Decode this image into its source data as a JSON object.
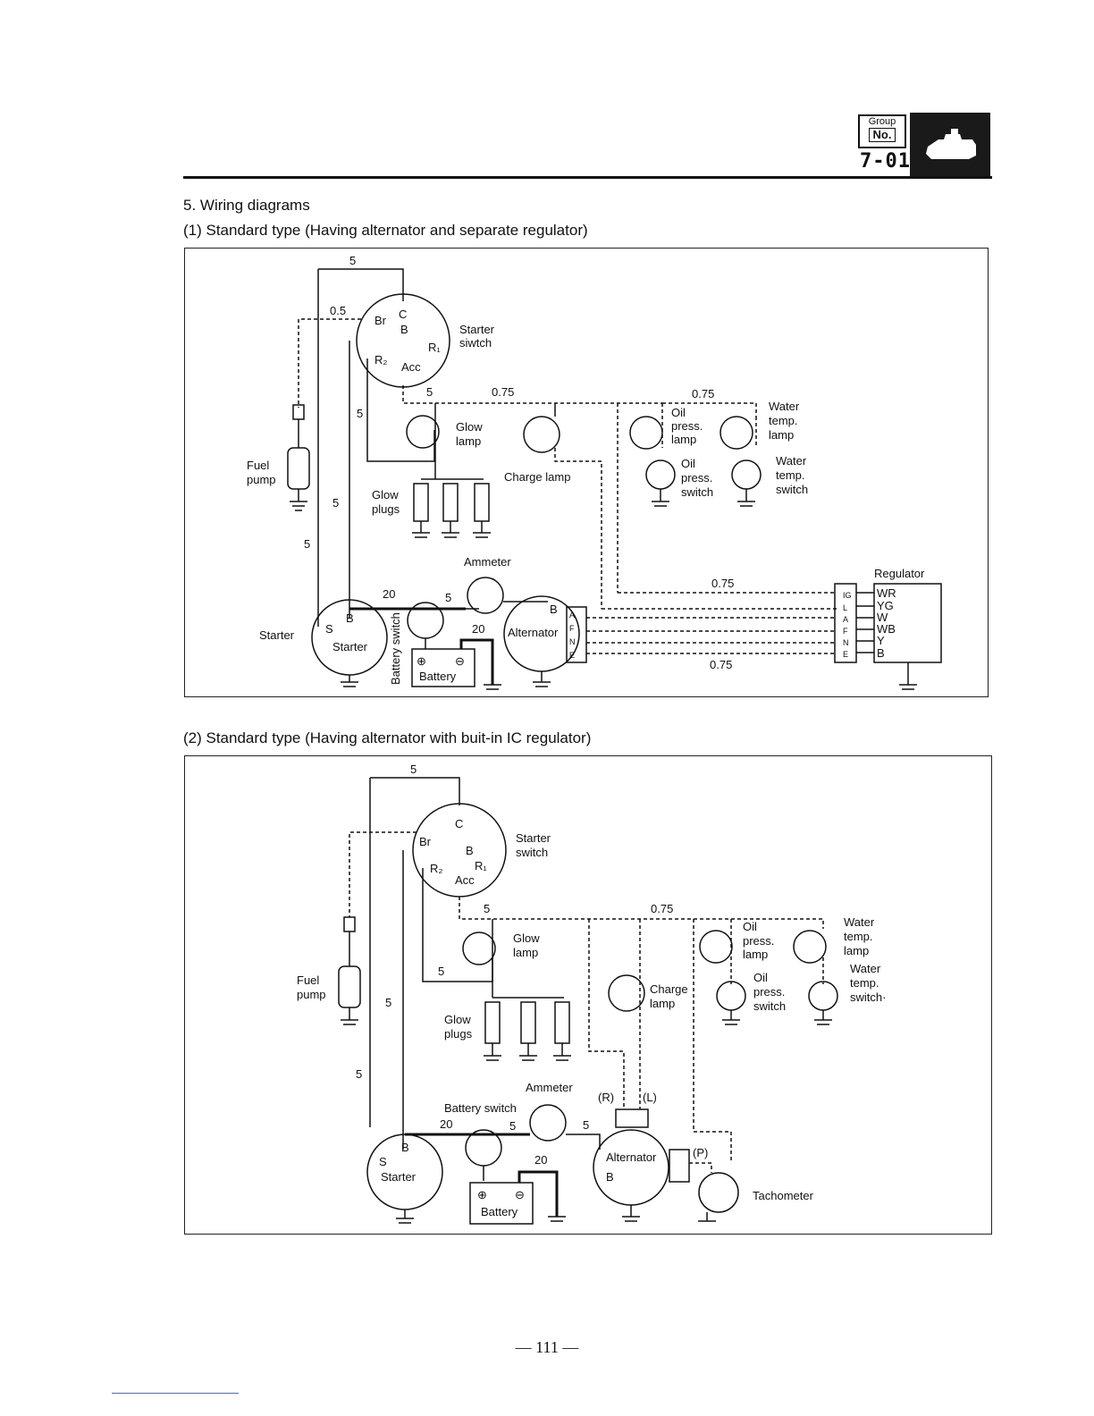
{
  "header": {
    "group_label": "Group",
    "group_no_label": "No.",
    "group_number": "7-01",
    "icon": "engine-icon"
  },
  "section": {
    "heading": "5. Wiring diagrams",
    "sub1": "(1) Standard type (Having alternator and separate regulator)",
    "sub2": "(2) Standard type (Having alternator with buit-in IC regulator)"
  },
  "diagram1": {
    "wire_5_top": "5",
    "wire_05": "0.5",
    "switch_terms": {
      "br": "Br",
      "c": "C",
      "b": "B",
      "r1": "R₁",
      "r2": "R₂",
      "acc": "Acc"
    },
    "starter_switch": [
      "Starter",
      "siwtch"
    ],
    "wire_5_a": "5",
    "wire_5_b": "5",
    "wire_5_c": "5",
    "wire_5_d": "5",
    "wire_075_a": "0.75",
    "wire_075_b": "0.75",
    "glow_lamp": [
      "Glow",
      "lamp"
    ],
    "charge_lamp": "Charge lamp",
    "oil_press_lamp": [
      "Oil",
      "press.",
      "lamp"
    ],
    "water_temp_lamp": [
      "Water",
      "temp.",
      "lamp"
    ],
    "oil_press_switch": [
      "Oil",
      "press.",
      "switch"
    ],
    "water_temp_switch": [
      "Water",
      "temp.",
      "switch"
    ],
    "fuel_pump": [
      "Fuel",
      "pump"
    ],
    "glow_plugs": [
      "Glow",
      "plugs"
    ],
    "ammeter": "Ammeter",
    "wire_20_a": "20",
    "wire_5_e": "5",
    "wire_20_b": "20",
    "starter_label": "Starter",
    "starter_terms": {
      "s": "S",
      "b": "B",
      "name": "Starter"
    },
    "battery_switch": "Battery switch",
    "battery": "Battery",
    "plus": "⊕",
    "minus": "⊖",
    "alternator": "Alternator",
    "alt_terms": [
      "B",
      "A",
      "F",
      "N",
      "E"
    ],
    "wire_075_c": "0.75",
    "wire_075_d": "0.75",
    "regulator": "Regulator",
    "reg_terms": [
      "IG",
      "L",
      "A",
      "F",
      "N",
      "E"
    ],
    "reg_colors": [
      "WR",
      "YG",
      "W",
      "WB",
      "Y",
      "B"
    ]
  },
  "diagram2": {
    "wire_5_top": "5",
    "switch_terms": {
      "br": "Br",
      "c": "C",
      "b": "B",
      "r1": "R₁",
      "r2": "R₂",
      "acc": "Acc"
    },
    "starter_switch": [
      "Starter",
      "switch"
    ],
    "wire_5_a": "5",
    "wire_5_b": "5",
    "wire_5_c": "5",
    "wire_5_d": "5",
    "wire_075": "0.75",
    "glow_lamp": [
      "Glow",
      "lamp"
    ],
    "charge_lamp": [
      "Charge",
      "lamp"
    ],
    "oil_press_lamp": [
      "Oil",
      "press.",
      "lamp"
    ],
    "water_temp_lamp": [
      "Water",
      "temp.",
      "lamp"
    ],
    "oil_press_switch": [
      "Oil",
      "press.",
      "switch"
    ],
    "water_temp_switch": [
      "Water",
      "temp.",
      "switch·"
    ],
    "fuel_pump": [
      "Fuel",
      "pump"
    ],
    "glow_plugs": [
      "Glow",
      "plugs"
    ],
    "ammeter": "Ammeter",
    "battery_switch": "Battery switch",
    "wire_20_a": "20",
    "wire_5_e": "5",
    "wire_5_f": "5",
    "wire_20_b": "20",
    "r_term": "(R)",
    "l_term": "(L)",
    "p_term": "(P)",
    "starter_terms": {
      "s": "S",
      "b": "B",
      "name": "Starter"
    },
    "battery": "Battery",
    "plus": "⊕",
    "minus": "⊖",
    "alternator": "Alternator",
    "alt_b": "B",
    "tachometer": "Tachometer"
  },
  "footer": {
    "page_number": "— 111 —"
  }
}
